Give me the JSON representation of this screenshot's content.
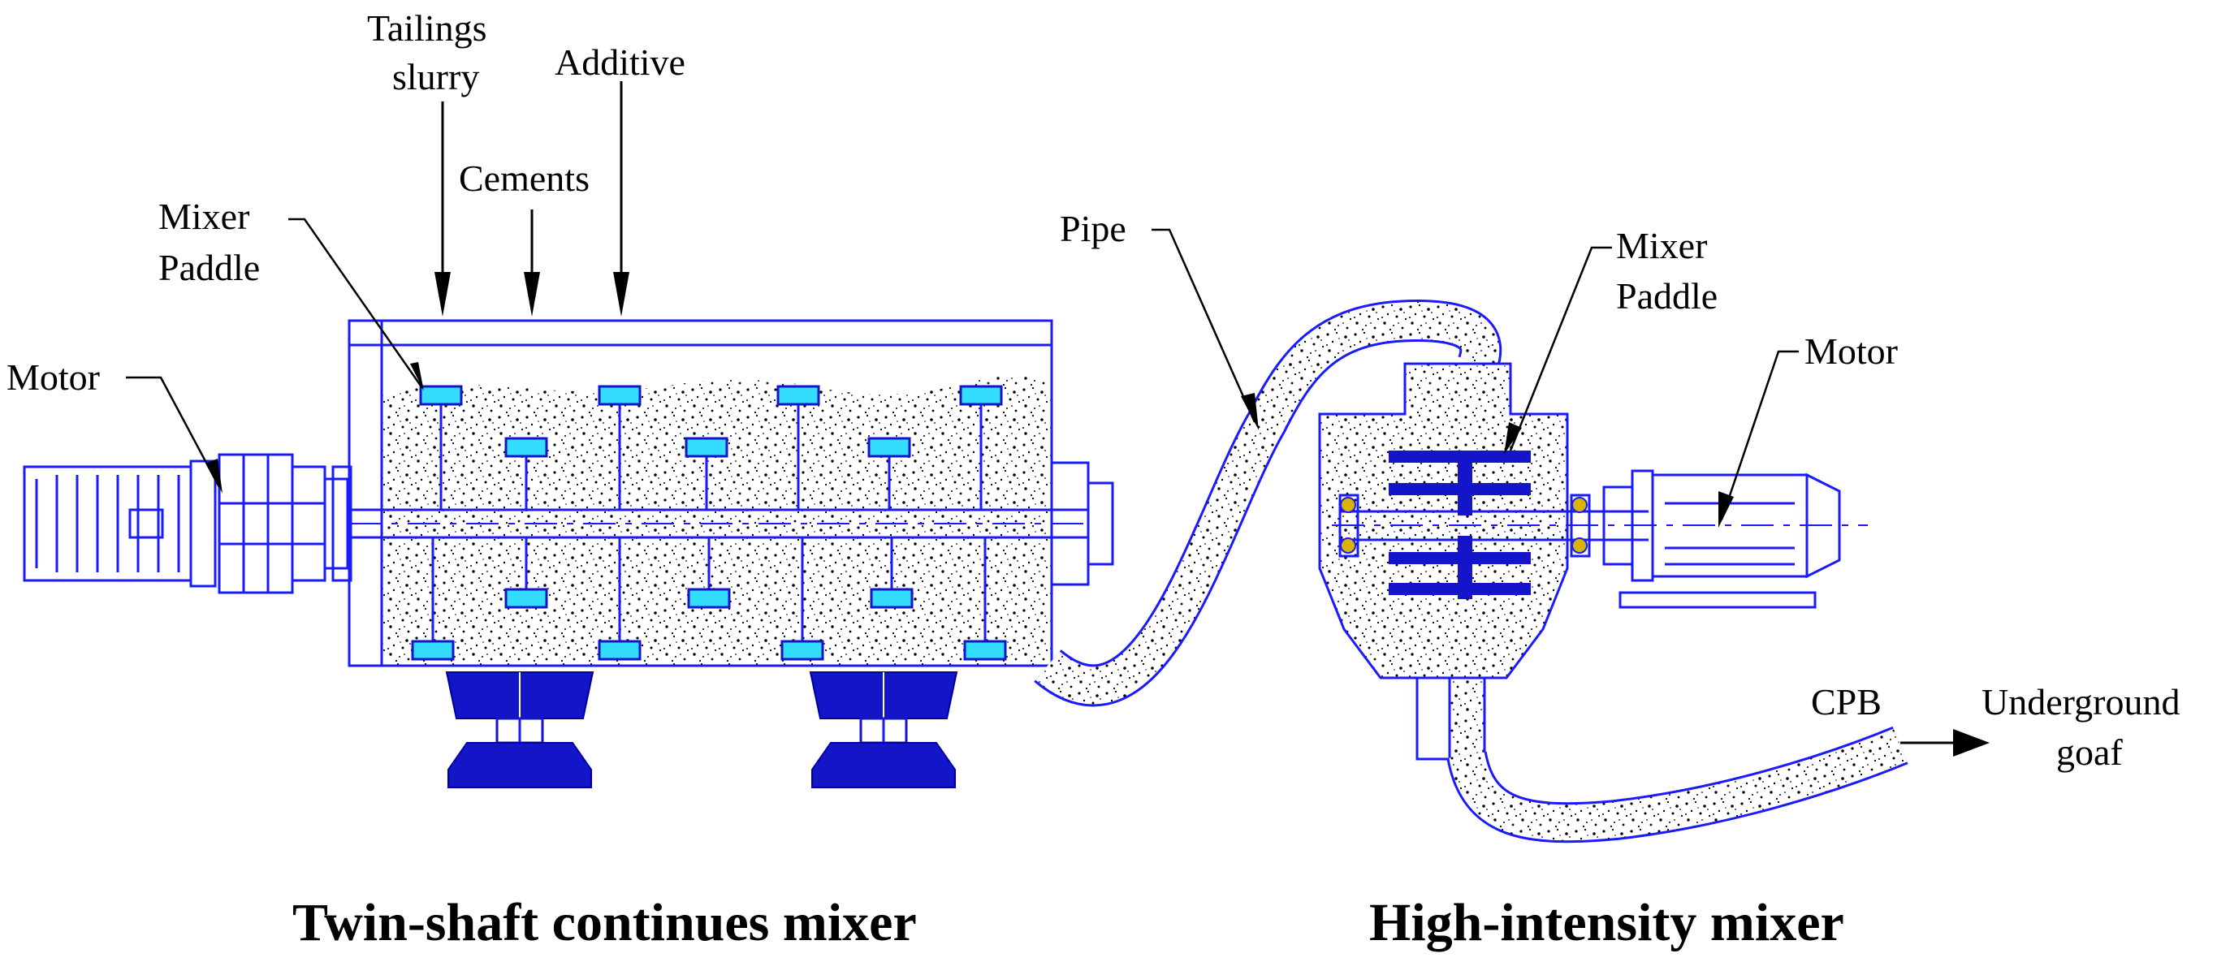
{
  "labels": {
    "tailings_slurry_line1": "Tailings",
    "tailings_slurry_line2": "slurry",
    "additive": "Additive",
    "cements": "Cements",
    "mixer_paddle_left_line1": "Mixer",
    "mixer_paddle_left_line2": "Paddle",
    "motor_left": "Motor",
    "pipe": "Pipe",
    "mixer_paddle_right_line1": "Mixer",
    "mixer_paddle_right_line2": "Paddle",
    "motor_right": "Motor",
    "cpb": "CPB",
    "underground_goaf_line1": "Underground",
    "underground_goaf_line2": "goaf"
  },
  "captions": {
    "twin_shaft": "Twin-shaft continues mixer",
    "high_intensity": "High-intensity mixer"
  },
  "colors": {
    "outline": "#1a1aff",
    "dark_blue": "#1414c8",
    "paddle_cyan": "#33ddff",
    "slurry_dots": "#000000"
  }
}
